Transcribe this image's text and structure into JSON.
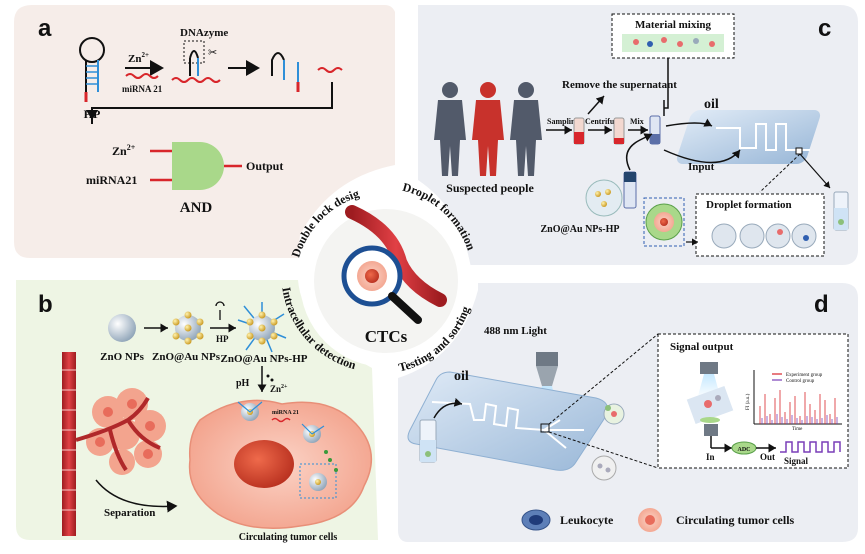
{
  "panels": {
    "a": {
      "letter": "a",
      "hp": "HP",
      "dnazyme": "DNAzyme",
      "zn": "Zn",
      "zn_sup": "2+",
      "mirna": "miRNA 21",
      "gate": {
        "in1": "Zn",
        "in1_sup": "2+",
        "in2": "miRNA21",
        "out": "Output",
        "name": "AND"
      }
    },
    "b": {
      "letter": "b",
      "zno": "ZnO NPs",
      "znoau": "ZnO@Au NPs",
      "hp": "HP",
      "znoauhp": "ZnO@Au NPs-HP",
      "ph": "pH",
      "zn2": "Zn",
      "zn2_sup": "2+",
      "mirna_small": "miRNA 21",
      "separation": "Separation",
      "ctc_label": "Circulating tumor cells"
    },
    "c": {
      "letter": "c",
      "material_mixing": "Material mixing",
      "remove_supernatant": "Remove the supernatant",
      "sampling": "Sampling",
      "centrifuge": "Centrifuge",
      "mix": "Mix",
      "oil": "oil",
      "input": "Input",
      "suspected": "Suspected people",
      "nps": "ZnO@Au NPs-HP",
      "droplet_formation": "Droplet formation"
    },
    "d": {
      "letter": "d",
      "light": "488 nm Light",
      "oil": "oil",
      "signal_output": "Signal output",
      "legend_exp": "Experiment group",
      "legend_ctrl": "Control group",
      "y_axis": "FI (a.u.)",
      "x_axis": "Time",
      "in": "In",
      "adc": "ADC",
      "out": "Out",
      "signal": "Signal"
    }
  },
  "center": {
    "title": "CTCs",
    "arc_a": "Double lock design",
    "arc_c": "Droplet formation",
    "arc_b": "Intracellular detection",
    "arc_d": "Testing and sorting"
  },
  "legend": {
    "leukocyte": "Leukocyte",
    "ctc": "Circulating tumor cells"
  },
  "colors": {
    "panel_a_bg": "#f6ede9",
    "panel_b_bg": "#eef5e4",
    "panel_c_bg": "#eceef3",
    "panel_d_bg": "#eceef3",
    "red": "#d8262b",
    "blue": "#2f8fd8",
    "gate": "#a9d88a",
    "chip": "#bcd3ea",
    "cell": "#f6b7a6",
    "nucleus": "#d8432f"
  }
}
